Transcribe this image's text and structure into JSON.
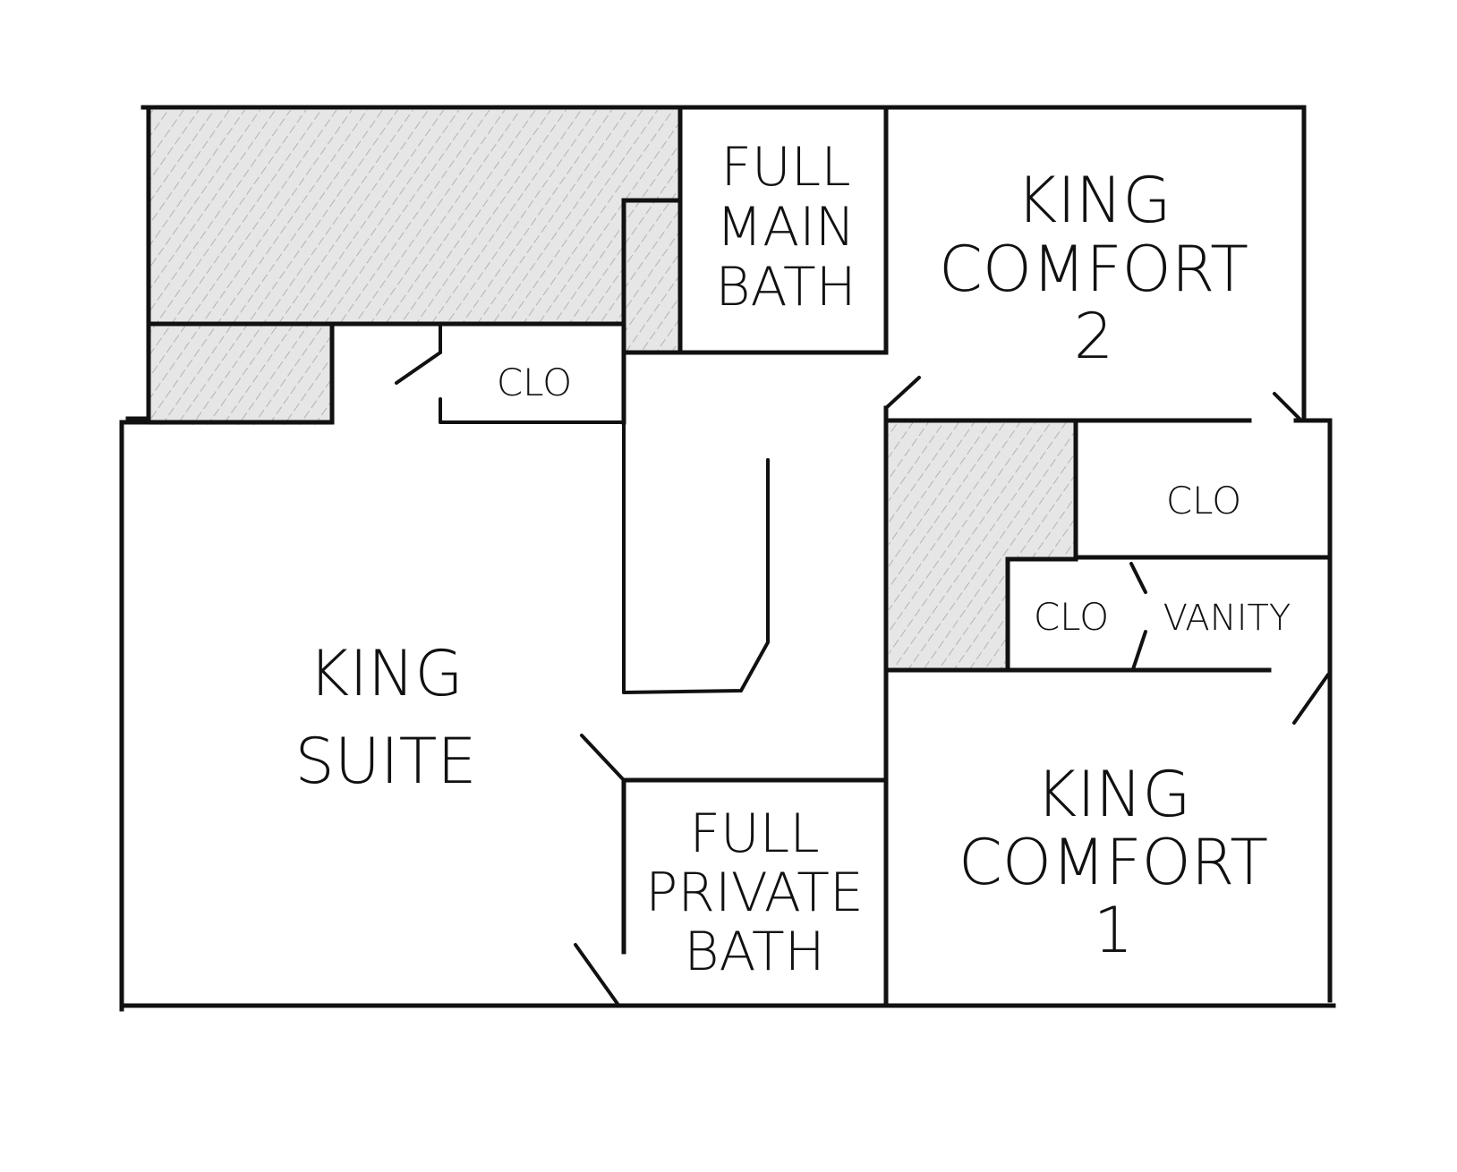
{
  "title": "Floor plan",
  "colors": {
    "wall": "#111111",
    "hatch_bg": "#e6e6e6",
    "hatch_line": "#b3b3b3",
    "background": "#ffffff"
  },
  "rooms": {
    "king_suite": {
      "line1": "KING",
      "line2": "SUITE"
    },
    "full_main_bath": {
      "line1": "FULL",
      "line2": "MAIN",
      "line3": "BATH"
    },
    "king_comfort_2": {
      "line1": "KING",
      "line2": "COMFORT",
      "line3": "2"
    },
    "king_comfort_1": {
      "line1": "KING",
      "line2": "COMFORT",
      "line3": "1"
    },
    "full_private_bath": {
      "line1": "FULL",
      "line2": "PRIVATE",
      "line3": "BATH"
    },
    "closet_suite": {
      "label": "CLO"
    },
    "closet_comfort_2": {
      "label": "CLO"
    },
    "closet_comfort_1": {
      "label": "CLO"
    },
    "vanity": {
      "label": "VANITY"
    }
  }
}
